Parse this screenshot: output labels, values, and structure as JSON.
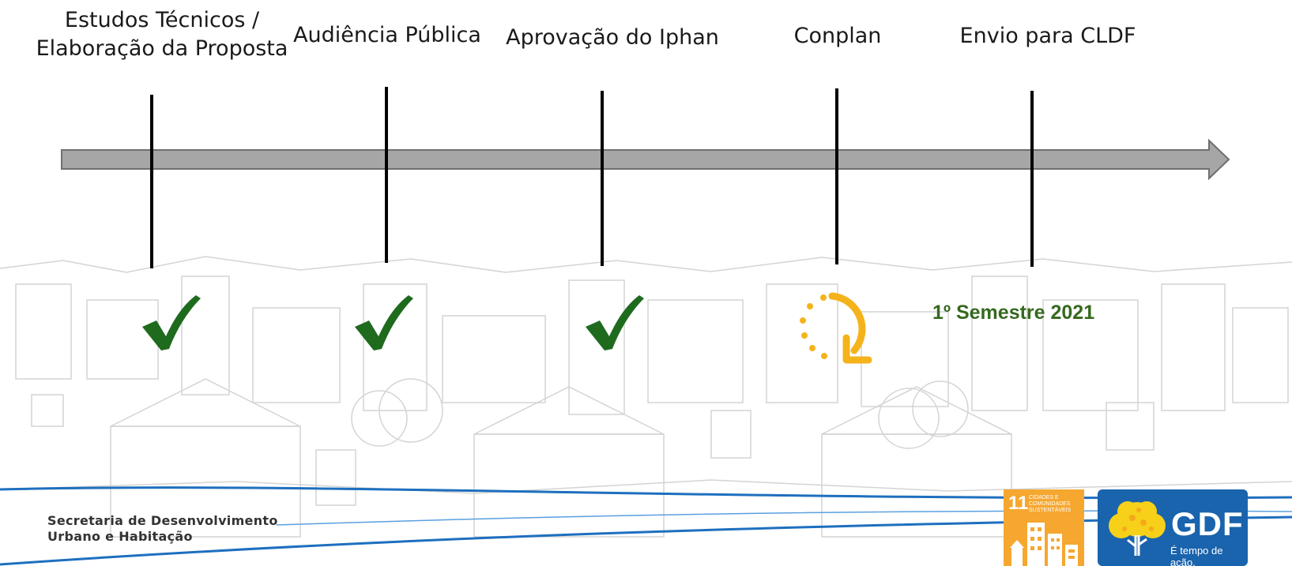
{
  "stages": [
    {
      "label_line1": "Estudos Técnicos /",
      "label_line2": "Elaboração da Proposta",
      "status": "check-icon"
    },
    {
      "label_line1": "Audiência Pública",
      "status": "check-icon"
    },
    {
      "label_line1": "Aprovação do Iphan",
      "status": "check-icon"
    },
    {
      "label_line1": "Conplan",
      "status": "in-progress-icon"
    },
    {
      "label_line1": "Envio para CLDF",
      "status": "none"
    }
  ],
  "next_step_date": "1º Semestre 2021",
  "footer": {
    "org_line1": "Secretaria de Desenvolvimento",
    "org_line2": "Urbano e Habitação",
    "ods_badge": {
      "number": "11",
      "text_line1": "CIDADES E",
      "text_line2": "COMUNIDADES",
      "text_line3": "SUSTENTÁVEIS"
    },
    "gdf_logo": {
      "wordmark": "GDF",
      "slogan": "É tempo de ação."
    }
  },
  "colors": {
    "check": "#1e6b1e",
    "in_progress": "#f5b31b",
    "date_text": "#35691e",
    "arrow_fill": "#a6a6a6",
    "gdf_blue": "#1a63ad",
    "ods_orange": "#f5a72f"
  }
}
